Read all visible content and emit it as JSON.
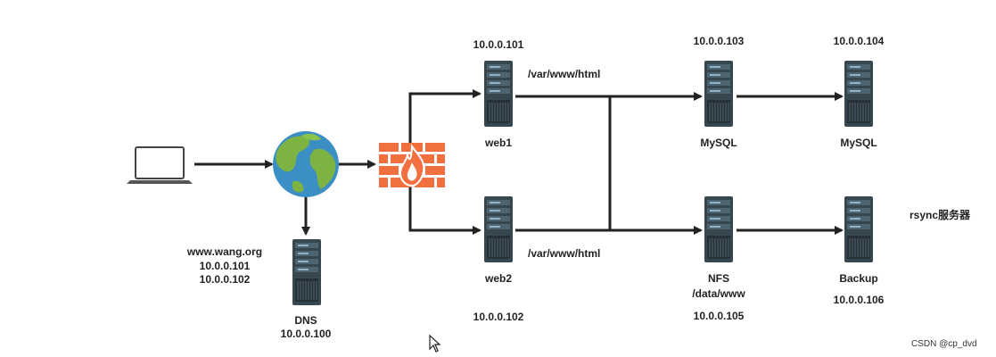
{
  "dns": {
    "domain": "www.wang.org",
    "ip1": "10.0.0.101",
    "ip2": "10.0.0.102",
    "name": "DNS",
    "ip": "10.0.0.100"
  },
  "web1": {
    "ip": "10.0.0.101",
    "path": "/var/www/html",
    "name": "web1"
  },
  "web2": {
    "ip": "10.0.0.102",
    "path": "/var/www/html",
    "name": "web2"
  },
  "mysql1": {
    "ip": "10.0.0.103",
    "name": "MySQL"
  },
  "mysql2": {
    "ip": "10.0.0.104",
    "name": "MySQL"
  },
  "nfs": {
    "name": "NFS",
    "path": "/data/www",
    "ip": "10.0.0.105"
  },
  "backup": {
    "name": "Backup",
    "ip": "10.0.0.106",
    "role": "rsync服务器"
  },
  "watermark": "CSDN @cp_dvd",
  "icons": [
    "laptop-icon",
    "globe-icon",
    "firewall-icon",
    "server-icon",
    "mouse-cursor-icon"
  ],
  "colors": {
    "server": "#37474f",
    "server_light": "#4f6471",
    "firewall": "#f26f3f",
    "globe_water": "#3b8fc4",
    "globe_land": "#7cb342",
    "line": "#222222"
  }
}
